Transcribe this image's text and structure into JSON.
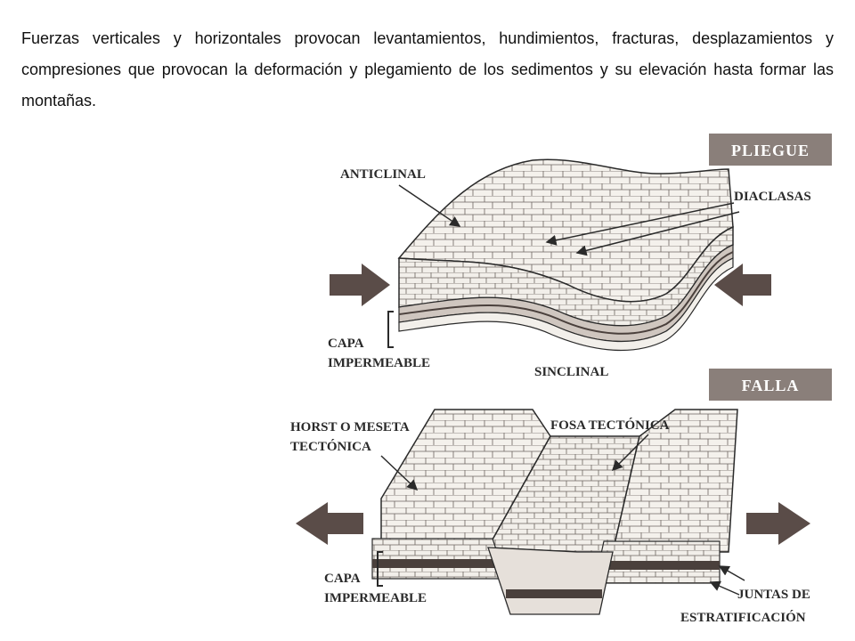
{
  "paragraph": "Fuerzas   verticales y horizontales provocan levantamientos, hundimientos, fracturas, desplazamientos y compresiones que provocan la deformación y plegamiento de los sedimentos y su elevación hasta formar las montañas.",
  "diagram": {
    "fold": {
      "title": "PLIEGUE",
      "anticlinal": "ANTICLINAL",
      "diaclasas": "DIACLASAS",
      "capa_line1": "CAPA",
      "capa_line2": "IMPERMEABLE",
      "sinclinal": "SINCLINAL"
    },
    "fault": {
      "title": "FALLA",
      "horst_line1": "HORST  O MESETA",
      "horst_line2": "TECTÓNICA",
      "fosa": "FOSA TECTÓNICA",
      "capa_line1": "CAPA",
      "capa_line2": "IMPERMEABLE",
      "juntas_line1": "JUNTAS DE",
      "juntas_line2": "ESTRATIFICACIÓN"
    },
    "colors": {
      "title_box": "#8a7f7a",
      "arrow": "#5a4c48",
      "ink": "#2a2a2a",
      "dark_layer": "#4a403c"
    }
  }
}
